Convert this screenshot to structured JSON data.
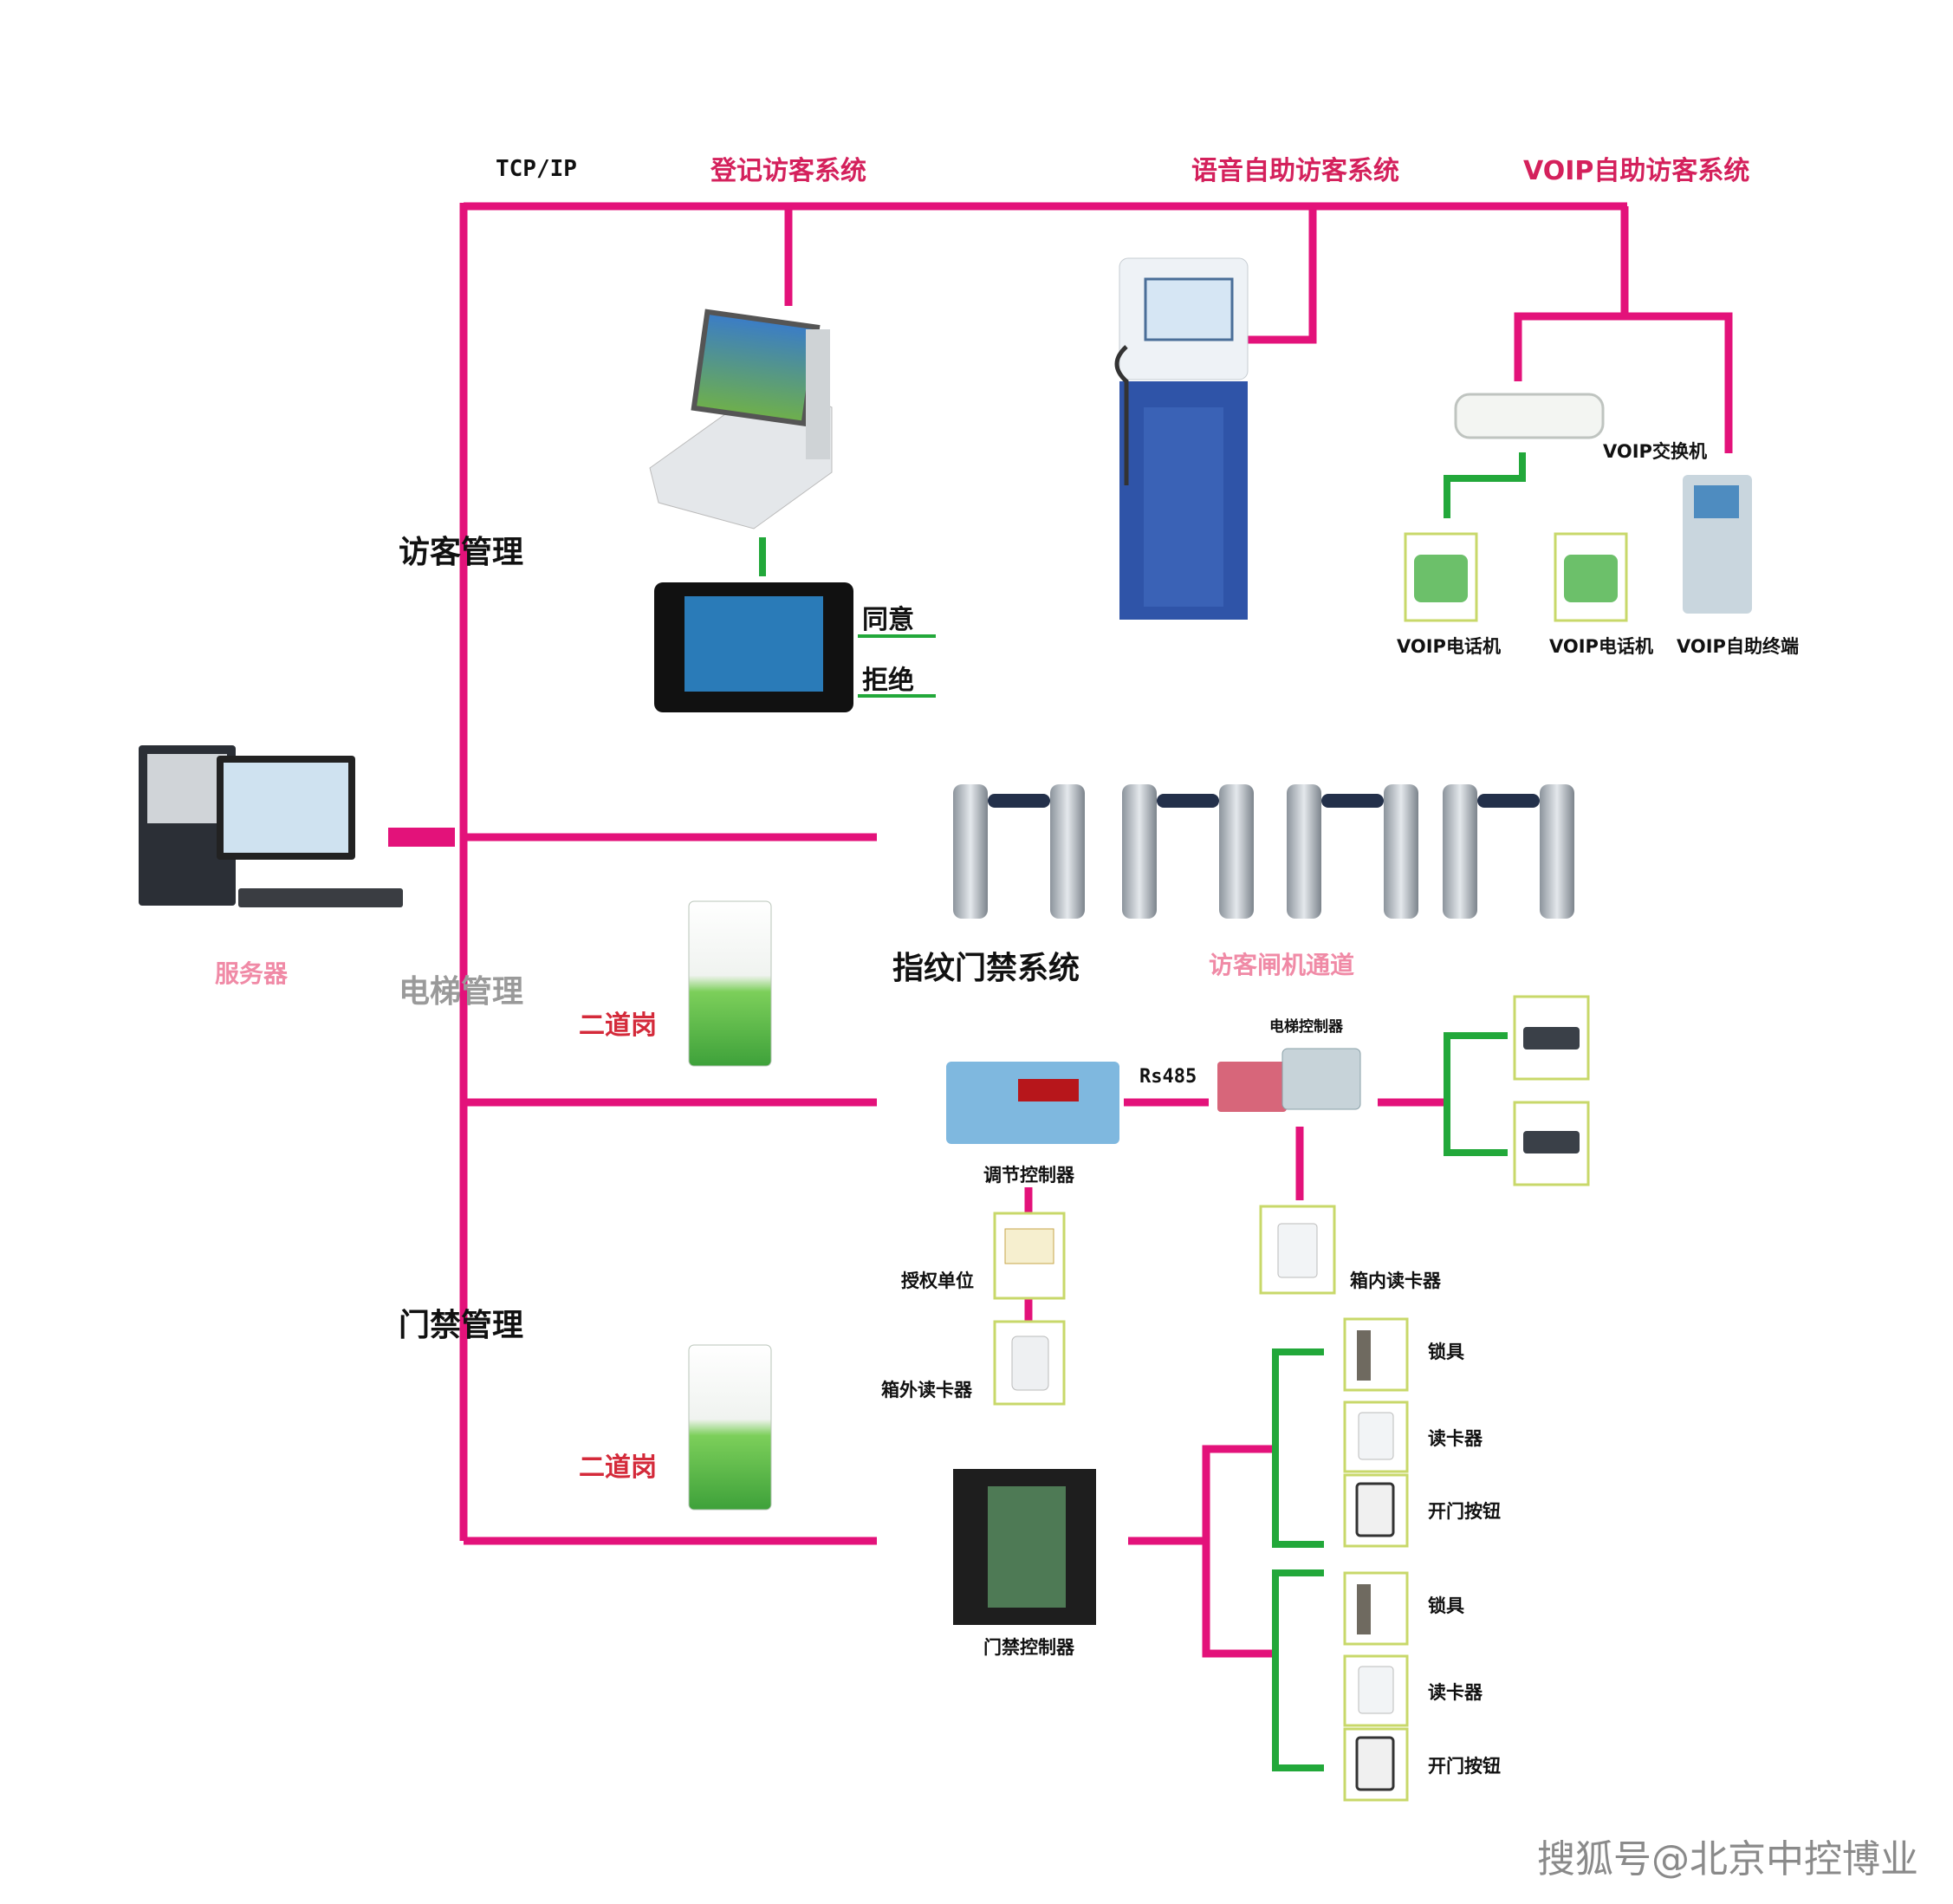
{
  "network": {
    "protocol": "TCP/IP",
    "serial_link": "Rs485"
  },
  "systems": {
    "register": "登记访客系统",
    "voice": "语音自助访客系统",
    "voip": "VOIP自助访客系统"
  },
  "sections": {
    "visitor": "访客管理",
    "elevator": "电梯管理",
    "access": "门禁管理"
  },
  "server": {
    "label": "服务器"
  },
  "visitor": {
    "confirm": {
      "agree": "同意",
      "reject": "拒绝"
    },
    "voip_switch": "VOIP交换机",
    "voip_phone": "VOIP电话机",
    "voip_terminal": "VOIP自助终端"
  },
  "gate": {
    "fingerprint_system": "指纹门禁系统",
    "channel": "访客闸机通道",
    "second_post": "二道岗"
  },
  "elevator": {
    "regulator": "调节控制器",
    "controller": "电梯控制器",
    "auth_unit": "授权单位",
    "outside_reader": "箱外读卡器",
    "inside_reader": "箱内读卡器"
  },
  "access": {
    "controller": "门禁控制器",
    "lock": "锁具",
    "reader": "读卡器",
    "button": "开门按钮"
  },
  "watermark": "搜狐号@北京中控博业",
  "colors": {
    "backbone": "#e3127a",
    "branch": "#22a83a",
    "title": "#d4215c"
  }
}
